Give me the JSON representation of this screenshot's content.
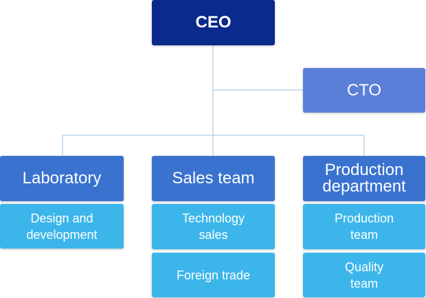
{
  "colors": {
    "ceo": "#0a2a8c",
    "cto": "#5a7fd8",
    "department": "#3a72cf",
    "subunit": "#3cb6ea",
    "connector": "#b9d3ec"
  },
  "ceo": {
    "label": "CEO"
  },
  "cto": {
    "label": "CTO"
  },
  "departments": [
    {
      "label": "Laboratory",
      "units": [
        {
          "label": "Design and development"
        }
      ]
    },
    {
      "label": "Sales team",
      "units": [
        {
          "label": "Technology sales"
        },
        {
          "label": "Foreign trade"
        }
      ]
    },
    {
      "label": "Production department",
      "units": [
        {
          "label": "Production team"
        },
        {
          "label": "Quality team"
        }
      ]
    }
  ]
}
